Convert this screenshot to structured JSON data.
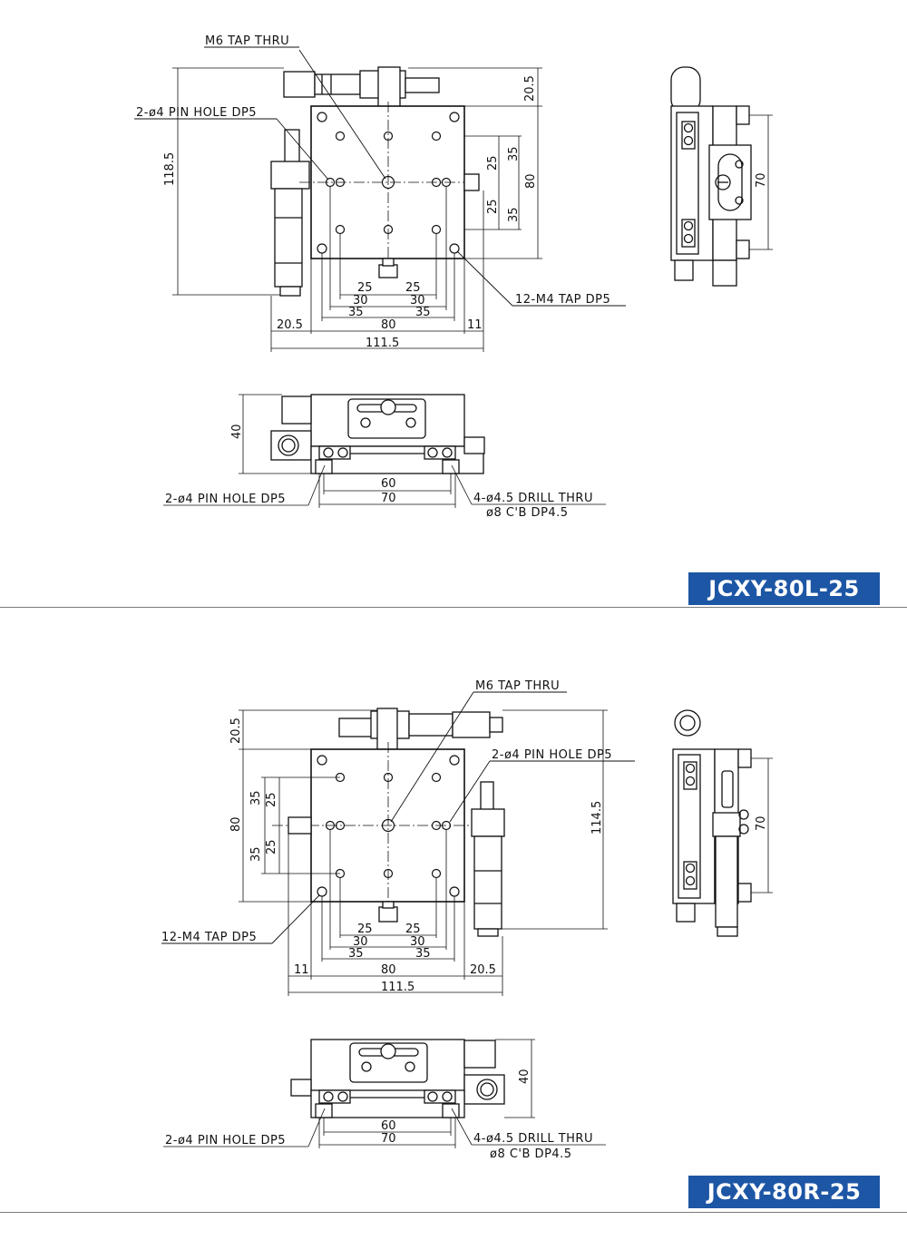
{
  "sections": [
    {
      "model": "JCXY-80L-25",
      "callouts": {
        "m6_tap": "M6 TAP THRU",
        "pin_hole_top": "2-ø4 PIN HOLE DP5",
        "m4_tap": "12-M4 TAP DP5",
        "pin_hole_bottom": "2-ø4 PIN HOLE DP5",
        "drill_thru": "4-ø4.5 DRILL THRU",
        "counterbore": "ø8 C'B DP4.5"
      },
      "dims": {
        "overall_height": "118.5",
        "top_offset": "20.5",
        "right_35a": "35",
        "right_25a": "25",
        "right_80": "80",
        "right_25b": "25",
        "right_35b": "35",
        "bottom_25a": "25",
        "bottom_25b": "25",
        "bottom_30a": "30",
        "bottom_30b": "30",
        "bottom_35a": "35",
        "bottom_35b": "35",
        "left_offset": "20.5",
        "width_80": "80",
        "right_offset": "11",
        "overall_width": "111.5",
        "side_70": "70",
        "front_height": "40",
        "front_60": "60",
        "front_70": "70"
      }
    },
    {
      "model": "JCXY-80R-25",
      "callouts": {
        "m6_tap": "M6 TAP THRU",
        "pin_hole_top": "2-ø4 PIN HOLE DP5",
        "m4_tap": "12-M4 TAP DP5",
        "pin_hole_bottom": "2-ø4 PIN HOLE DP5",
        "drill_thru": "4-ø4.5 DRILL THRU",
        "counterbore": "ø8 C'B DP4.5"
      },
      "dims": {
        "top_offset": "20.5",
        "left_80": "80",
        "left_35a": "35",
        "left_25a": "25",
        "left_25b": "25",
        "left_35b": "35",
        "overall_height": "114.5",
        "bottom_25a": "25",
        "bottom_25b": "25",
        "bottom_30a": "30",
        "bottom_30b": "30",
        "bottom_35a": "35",
        "bottom_35b": "35",
        "left_offset": "11",
        "width_80": "80",
        "right_offset": "20.5",
        "overall_width": "111.5",
        "side_70": "70",
        "front_height": "40",
        "front_60": "60",
        "front_70": "70"
      }
    }
  ]
}
